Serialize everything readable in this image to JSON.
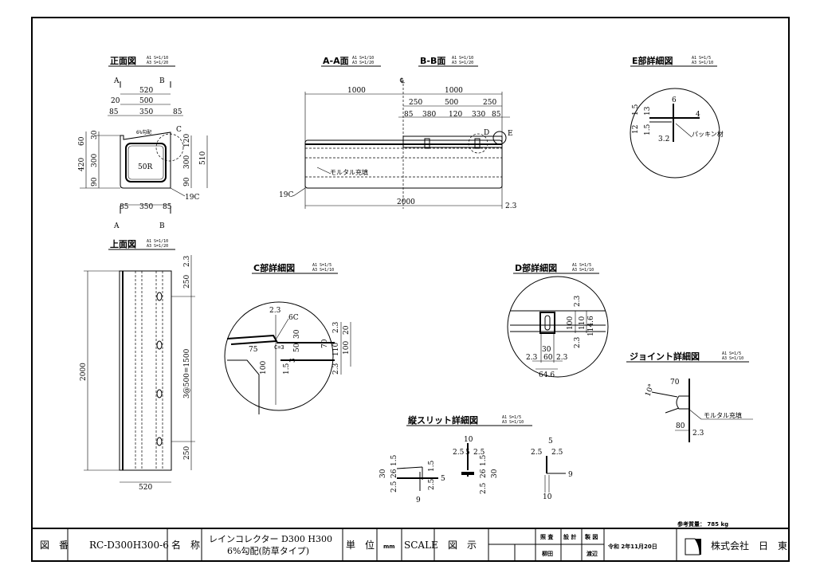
{
  "title_block": {
    "drawing_no_label": "図　番",
    "drawing_no": "RC-D300H300-6",
    "name_label": "名　称",
    "name_line1": "レインコレクター D300 H300",
    "name_line2": "6%勾配(防草タイプ)",
    "unit_label": "単　位",
    "unit": "mm",
    "scale_label": "SCALE",
    "scale": "図　示",
    "check_label": "照 査",
    "design_label": "設 計",
    "draft_label": "製 図",
    "checker": "柳田",
    "drafter": "渡辺",
    "date": "令和 2年11月20日",
    "company": "株式会社　日　東",
    "weight": "参考質量： 785 kg"
  },
  "views": {
    "front": {
      "title": "正面図",
      "scale_a1": "A1 S=1/10",
      "scale_a3": "A3 S=1/20",
      "labels": [
        "A",
        "B",
        "520",
        "20",
        "500",
        "85",
        "350",
        "85",
        "6%勾配",
        "C",
        "60",
        "30",
        "420",
        "300",
        "90",
        "120",
        "300",
        "90",
        "510",
        "50R",
        "85",
        "350",
        "85",
        "19C",
        "A",
        "B"
      ]
    },
    "section_aa": {
      "title": "A-A面",
      "scale_a1": "A1 S=1/10",
      "scale_a3": "A3 S=1/20"
    },
    "section_bb": {
      "title": "B-B面",
      "scale_a1": "A1 S=1/10",
      "scale_a3": "A3 S=1/20",
      "labels": [
        "℄",
        "1000",
        "1000",
        "250",
        "500",
        "250",
        "85",
        "380",
        "120",
        "330",
        "85",
        "D",
        "E",
        "モルタル充填",
        "19C",
        "2000",
        "2.3"
      ]
    },
    "detail_e": {
      "title": "E部詳細図",
      "scale_a1": "A1 S=1/5",
      "scale_a3": "A3 S=1/10",
      "labels": [
        "6",
        "1.5",
        "13",
        "4",
        "12",
        "1.5",
        "3.2",
        "パッキン材"
      ]
    },
    "top": {
      "title": "上面図",
      "scale_a1": "A1 S=1/10",
      "scale_a3": "A3 S=1/20",
      "labels": [
        "2000",
        "2.3",
        "250",
        "3@500=1500",
        "250",
        "520"
      ]
    },
    "detail_c": {
      "title": "C部詳細図",
      "scale_a1": "A1 S=1/5",
      "scale_a3": "A3 S=1/10",
      "labels": [
        "2.3",
        "6C",
        "30",
        "2.3",
        "20",
        "70",
        "50",
        "110",
        "100",
        "75",
        "C=3",
        "100",
        "3",
        "1.5",
        "2.3"
      ]
    },
    "detail_d": {
      "title": "D部詳細図",
      "scale_a1": "A1 S=1/5",
      "scale_a3": "A3 S=1/10",
      "labels": [
        "2.3",
        "100",
        "110",
        "114.6",
        "2.3",
        "30",
        "2.3",
        "60",
        "2.3",
        "64.6"
      ]
    },
    "detail_joint": {
      "title": "ジョイント詳細図",
      "scale_a1": "A1 S=1/5",
      "scale_a3": "A3 S=1/10",
      "labels": [
        "70",
        "10°",
        "モルタル充填",
        "80",
        "2.3"
      ]
    },
    "detail_slit": {
      "title": "縦スリット詳細図",
      "scale_a1": "A1 S=1/5",
      "scale_a3": "A3 S=1/10",
      "labels": [
        "30",
        "2.5",
        "26",
        "1.5",
        "1.5",
        "2.5",
        "5",
        "9",
        "10",
        "2.5",
        "5",
        "2.5",
        "2.5",
        "26",
        "1.5",
        "30",
        "5",
        "2.5",
        "2.5",
        "9",
        "10"
      ]
    }
  }
}
